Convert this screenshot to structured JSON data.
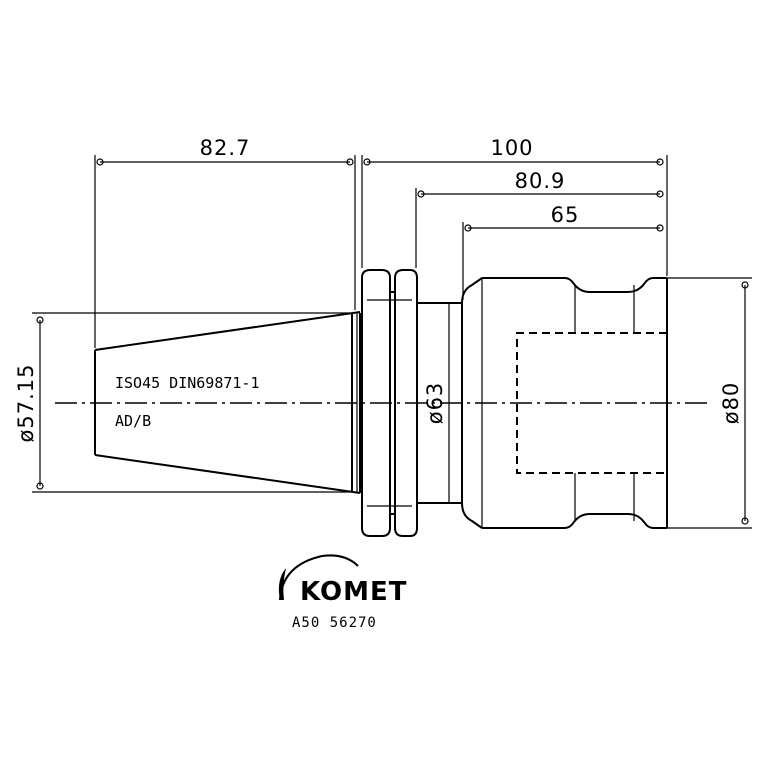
{
  "dimensions": {
    "taper_length": "82.7",
    "overall_length": "100",
    "length_80_9": "80.9",
    "length_65": "65",
    "taper_diameter": "ø57.15",
    "body_diameter": "ø63",
    "head_diameter": "ø80"
  },
  "notes": {
    "standard": "ISO45 DIN69871-1",
    "form": "AD/B"
  },
  "brand": {
    "name": "KOMET",
    "article_number": "A50 56270"
  }
}
